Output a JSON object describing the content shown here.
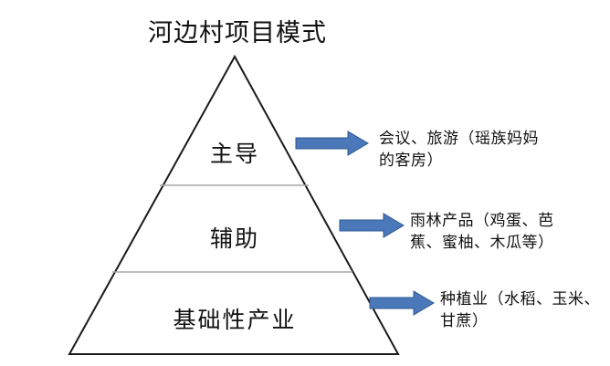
{
  "title": "河边村项目模式",
  "colors": {
    "outline": "#1a1a1a",
    "divider": "#a8a8a8",
    "arrow_fill": "#4a78b8",
    "arrow_stroke": "#2f5a94"
  },
  "tiers": [
    {
      "label": "主导",
      "note_lines": [
        "会议、旅游（瑶族妈妈",
        "的客房）"
      ]
    },
    {
      "label": "辅助",
      "note_lines": [
        "雨林产品（鸡蛋、芭",
        "蕉、蜜柚、木瓜等）"
      ]
    },
    {
      "label": "基础性产业",
      "note_lines": [
        "种植业（水稻、玉米、",
        "甘蔗）"
      ]
    }
  ]
}
